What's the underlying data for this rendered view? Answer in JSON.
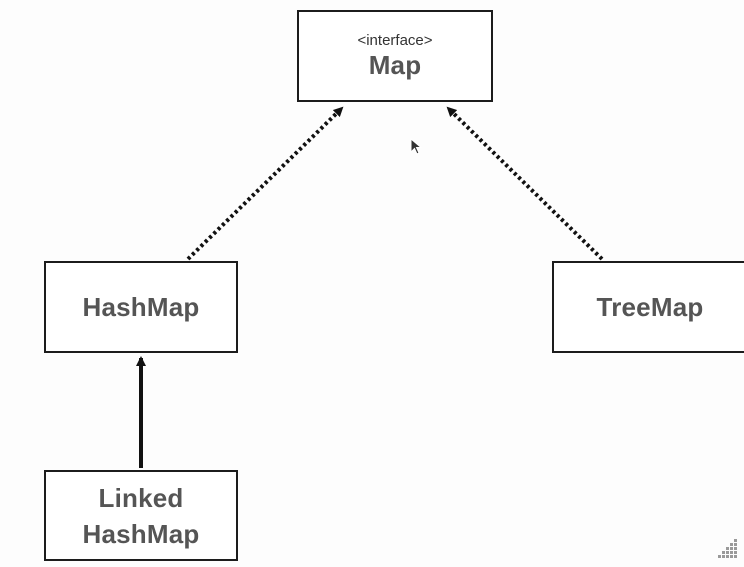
{
  "diagram": {
    "nodes": [
      {
        "id": "map",
        "stereotype": "<interface>",
        "label": "Map"
      },
      {
        "id": "hashmap",
        "label": "HashMap"
      },
      {
        "id": "treemap",
        "label": "TreeMap"
      },
      {
        "id": "linkedhashmap",
        "label_lines": [
          "Linked",
          "HashMap"
        ]
      }
    ],
    "edges": [
      {
        "from": "hashmap",
        "to": "map",
        "style": "dotted",
        "kind": "implements"
      },
      {
        "from": "treemap",
        "to": "map",
        "style": "dotted",
        "kind": "implements"
      },
      {
        "from": "linkedhashmap",
        "to": "hashmap",
        "style": "solid",
        "kind": "extends"
      }
    ]
  },
  "colors": {
    "box_border": "#1c1c1c",
    "label_text": "#555555",
    "arrow": "#111111"
  }
}
